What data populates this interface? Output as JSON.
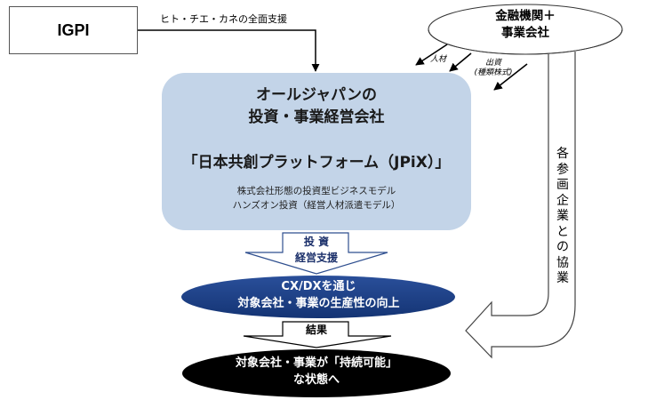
{
  "igpi": {
    "label": "IGPI",
    "support_label": "ヒト・チエ・カネの全面支援"
  },
  "financial": {
    "line1": "金融機関＋",
    "line2": "事業会社",
    "arrow_label_people": "人材",
    "arrow_label_investment_1": "出資",
    "arrow_label_investment_2": "(種類株式)"
  },
  "main_box": {
    "title_line1": "オールジャパンの",
    "title_line2": "投資・事業経営会社",
    "name": "「日本共創プラットフォーム（JPiX）」",
    "sub_line1": "株式会社形態の投資型ビジネスモデル",
    "sub_line2": "ハンズオン投資（経営人材派遣モデル）"
  },
  "blue_arrow": {
    "line1": "投 資",
    "line2": "経営支援"
  },
  "blue_ellipse": {
    "line1": "CX/DXを通じ",
    "line2": "対象会社・事業の生産性の向上"
  },
  "black_arrow": {
    "label": "結果"
  },
  "black_ellipse": {
    "line1": "対象会社・事業が「持続可能」",
    "line2": "な状態へ"
  },
  "side_arrow": {
    "label": "各参画企業との協業"
  },
  "colors": {
    "main_box_fill": "#c3d4e8",
    "blue_ellipse_fill": "#1a3f8a",
    "black_ellipse_fill": "#000000",
    "blue_arrow_stroke": "#2f4f8f"
  }
}
